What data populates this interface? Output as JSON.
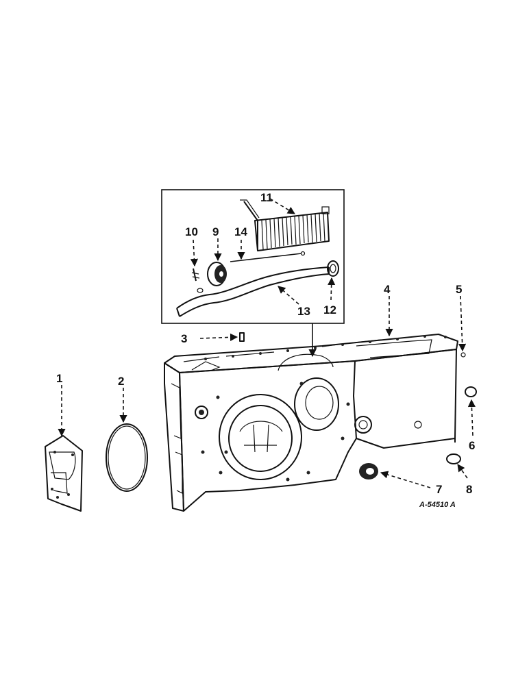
{
  "figure": {
    "reference_code": "A-54510 A"
  },
  "callouts": [
    {
      "id": "1",
      "label": "1"
    },
    {
      "id": "2",
      "label": "2"
    },
    {
      "id": "3",
      "label": "3"
    },
    {
      "id": "4",
      "label": "4"
    },
    {
      "id": "5",
      "label": "5"
    },
    {
      "id": "6",
      "label": "6"
    },
    {
      "id": "7",
      "label": "7"
    },
    {
      "id": "8",
      "label": "8"
    },
    {
      "id": "9",
      "label": "9"
    },
    {
      "id": "10",
      "label": "10"
    },
    {
      "id": "11",
      "label": "11"
    },
    {
      "id": "12",
      "label": "12"
    },
    {
      "id": "13",
      "label": "13"
    },
    {
      "id": "14",
      "label": "14"
    }
  ]
}
